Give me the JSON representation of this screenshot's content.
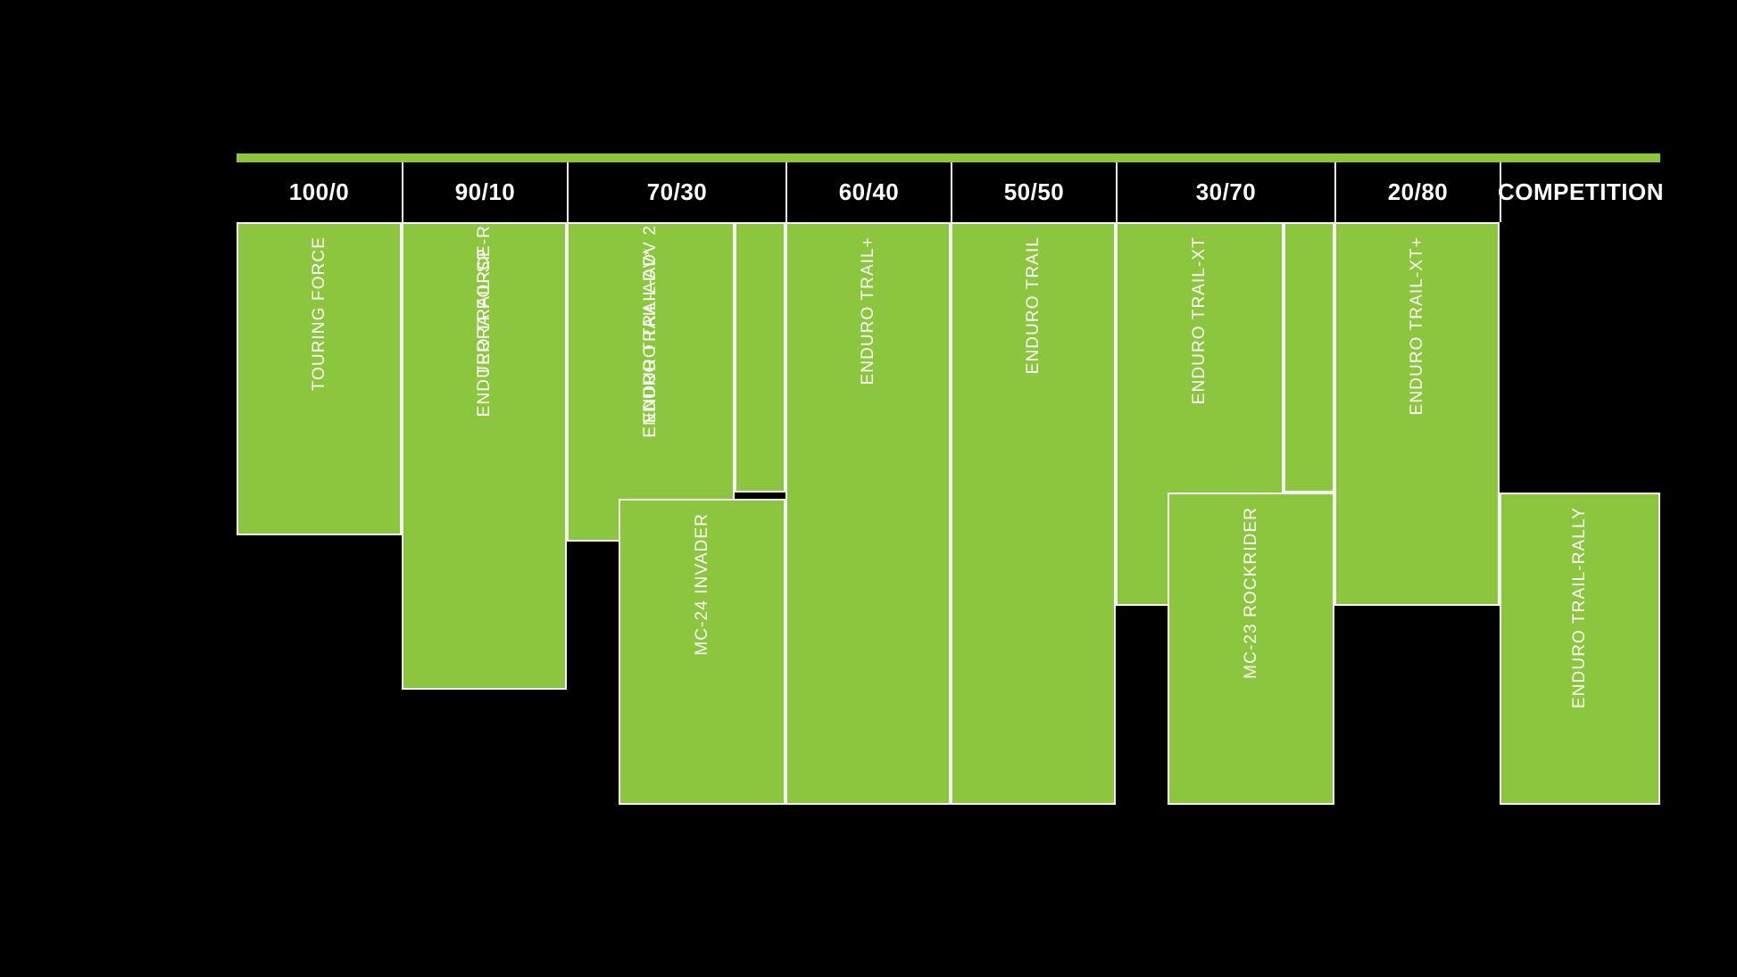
{
  "theme": {
    "background": "#000000",
    "accent_green": "#8cc63f",
    "outline": "#f4f4f4",
    "text": "#ffffff"
  },
  "header": {
    "columns": [
      {
        "label": "100/0"
      },
      {
        "label": "90/10"
      },
      {
        "label": "70/30"
      },
      {
        "label": "60/40"
      },
      {
        "label": "50/50"
      },
      {
        "label": "30/70"
      },
      {
        "label": "20/80"
      },
      {
        "label": "COMPETITION"
      }
    ]
  },
  "chart_data": {
    "type": "bar",
    "title": "",
    "xlabel": "",
    "ylabel": "",
    "categories": [
      "100/0",
      "90/10",
      "70/30",
      "60/40",
      "50/50",
      "30/70",
      "20/80",
      "COMPETITION"
    ],
    "bars": [
      {
        "name": "TOURING FORCE",
        "column": "100/0",
        "top_pct": 0,
        "bottom_pct": 53,
        "labels": [
          "TOURING FORCE"
        ]
      },
      {
        "name": "TERRA FORCE-R / ENDURO TRAIL-SP",
        "column": "90/10",
        "top_pct": 0,
        "bottom_pct": 80,
        "labels": [
          "TERRA FORCE-R",
          "ENDURO TRAIL-SP"
        ]
      },
      {
        "name": "ENDURO TRAIL-ADV 2 / ENDURO TRAIL-ADV*",
        "column": "70/30",
        "top_pct": 0,
        "bottom_pct": 54,
        "labels": [
          "ENDURO TRAIL-ADV 2",
          "ENDURO TRAIL-ADV*"
        ]
      },
      {
        "name": "ENDURO TRAIL-ADV upper block",
        "column": "70/30",
        "top_pct": 0,
        "bottom_pct": 46,
        "labels": []
      },
      {
        "name": "MC-24 INVADER",
        "column": "70/30",
        "top_pct": 47,
        "bottom_pct": 100,
        "labels": [
          "MC-24 INVADER"
        ]
      },
      {
        "name": "ENDURO TRAIL+",
        "column": "60/40",
        "top_pct": 0,
        "bottom_pct": 100,
        "labels": [
          "ENDURO TRAIL+"
        ]
      },
      {
        "name": "ENDURO TRAIL",
        "column": "50/50",
        "top_pct": 0,
        "bottom_pct": 100,
        "labels": [
          "ENDURO TRAIL"
        ]
      },
      {
        "name": "ENDURO TRAIL-XT",
        "column": "30/70",
        "top_pct": 0,
        "bottom_pct": 60,
        "labels": [
          "ENDURO TRAIL-XT"
        ]
      },
      {
        "name": "MC-23 ROCKRIDER",
        "column": "30/70",
        "top_pct": 46,
        "bottom_pct": 100,
        "labels": [
          "MC-23 ROCKRIDER"
        ]
      },
      {
        "name": "ENDURO TRAIL-XT+",
        "column": "20/80",
        "top_pct": 0,
        "bottom_pct": 60,
        "labels": [
          "ENDURO TRAIL-XT+"
        ]
      },
      {
        "name": "ENDURO TRAIL-RALLY",
        "column": "COMPETITION",
        "top_pct": 46,
        "bottom_pct": 100,
        "labels": [
          "ENDURO TRAIL-RALLY"
        ]
      }
    ],
    "legend": [],
    "grid": false
  },
  "labels": {
    "touring_force": "TOURING FORCE",
    "terra_force_r": "TERRA FORCE-R",
    "enduro_trail_sp": "ENDURO TRAIL-SP",
    "enduro_trail_adv2": "ENDURO TRAIL-ADV 2",
    "enduro_trail_adv": "ENDURO TRAIL-ADV*",
    "mc24_invader": "MC-24 INVADER",
    "enduro_trail_plus": "ENDURO TRAIL+",
    "enduro_trail": "ENDURO TRAIL",
    "enduro_trail_xt": "ENDURO TRAIL-XT",
    "mc23_rockrider": "MC-23 ROCKRIDER",
    "enduro_trail_xt_plus": "ENDURO TRAIL-XT+",
    "enduro_trail_rally": "ENDURO TRAIL-RALLY"
  }
}
